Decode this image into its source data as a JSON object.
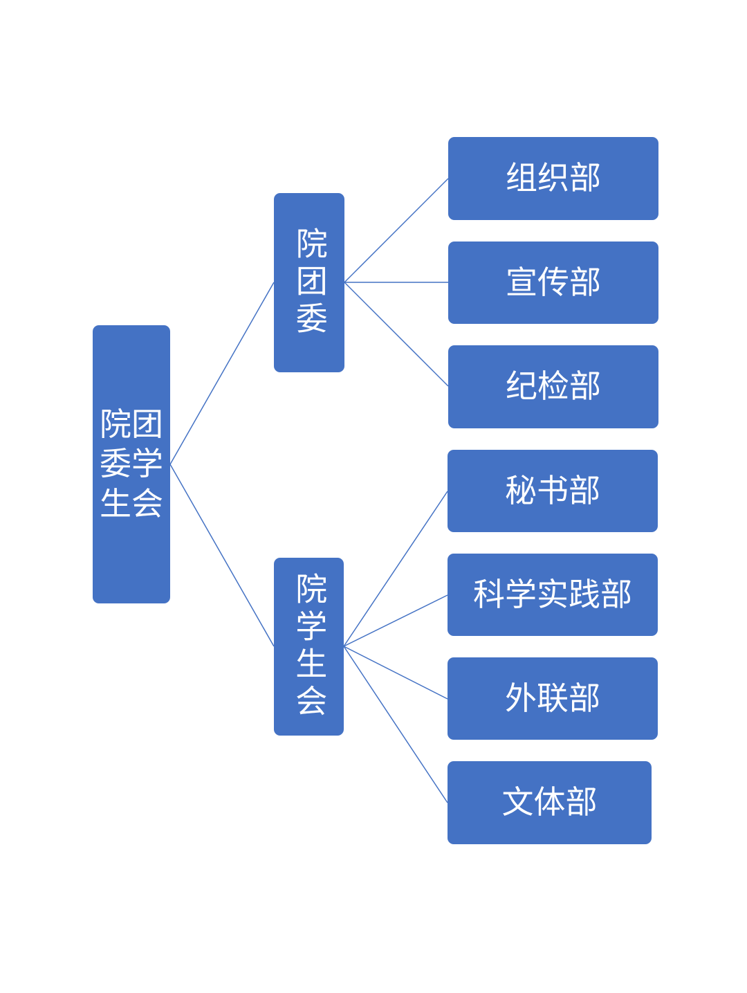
{
  "colors": {
    "box": "#4472C4",
    "line": "#4472C4",
    "text": "#FFFFFF"
  },
  "root": {
    "label": "院团委学生会",
    "lines": [
      "院团",
      "委学",
      "生会"
    ]
  },
  "branches": [
    {
      "label": "院团委",
      "children": [
        "组织部",
        "宣传部",
        "纪检部"
      ]
    },
    {
      "label": "院学生会",
      "children": [
        "秘书部",
        "科学实践部",
        "外联部",
        "文体部"
      ]
    }
  ]
}
